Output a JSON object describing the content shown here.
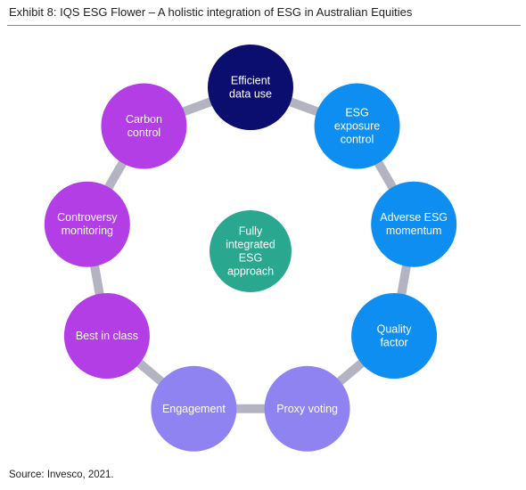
{
  "header": {
    "title": "Exhibit 8: IQS ESG Flower – A holistic integration of ESG in Australian Equities"
  },
  "footer": {
    "source": "Source: Invesco, 2021."
  },
  "colors": {
    "connector": "#b3b3c2",
    "navy": "#0b0e6e",
    "blue": "#0d8ef0",
    "purple": "#b33ee6",
    "lavender": "#8f83f2",
    "teal": "#2aa88f"
  },
  "diagram": {
    "center": {
      "lines": [
        "Fully",
        "integrated",
        "ESG",
        "approach"
      ],
      "color": "#2aa88f"
    },
    "nodes": [
      {
        "id": "efficient-data-use",
        "lines": [
          "Efficient",
          "data use"
        ],
        "color": "#0b0e6e"
      },
      {
        "id": "esg-exposure-control",
        "lines": [
          "ESG",
          "exposure",
          "control"
        ],
        "color": "#0d8ef0"
      },
      {
        "id": "adverse-esg-momentum",
        "lines": [
          "Adverse ESG",
          "momentum"
        ],
        "color": "#0d8ef0"
      },
      {
        "id": "quality-factor",
        "lines": [
          "Quality",
          "factor"
        ],
        "color": "#0d8ef0"
      },
      {
        "id": "proxy-voting",
        "lines": [
          "Proxy voting"
        ],
        "color": "#8f83f2"
      },
      {
        "id": "engagement",
        "lines": [
          "Engagement"
        ],
        "color": "#8f83f2"
      },
      {
        "id": "best-in-class",
        "lines": [
          "Best in class"
        ],
        "color": "#b33ee6"
      },
      {
        "id": "controversy-monitoring",
        "lines": [
          "Controversy",
          "monitoring"
        ],
        "color": "#b33ee6"
      },
      {
        "id": "carbon-control",
        "lines": [
          "Carbon",
          "control"
        ],
        "color": "#b33ee6"
      }
    ]
  }
}
